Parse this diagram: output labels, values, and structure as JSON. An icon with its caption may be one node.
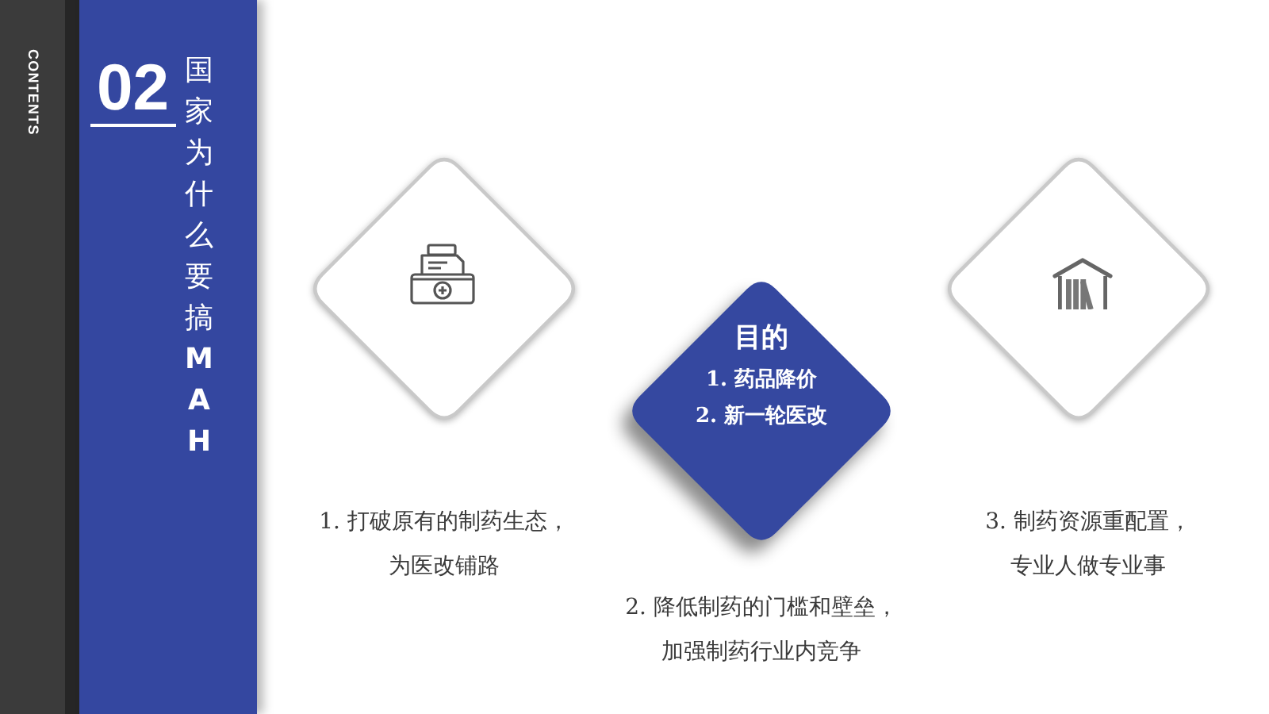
{
  "diagram": {
    "title": "国家为什么要搞**MAH**",
    "nodes": [
      {
        "text": [],
        "shape": "diamond"
      },
      {
        "text": [
          "目的",
          "1. 药品降价",
          "2. 新一轮医改"
        ]
      },
      {
        "text": [],
        "shape": "diamond"
      }
    ],
    "labels": [
      "CONTENTS",
      "02",
      "1. 打破原有的制药生态，为医改铺路",
      "2. 降低制药的门槛和壁垒，加强制药行业内竞争",
      "3. 制药资源重配置，专业人做专业事"
    ]
  }
}
